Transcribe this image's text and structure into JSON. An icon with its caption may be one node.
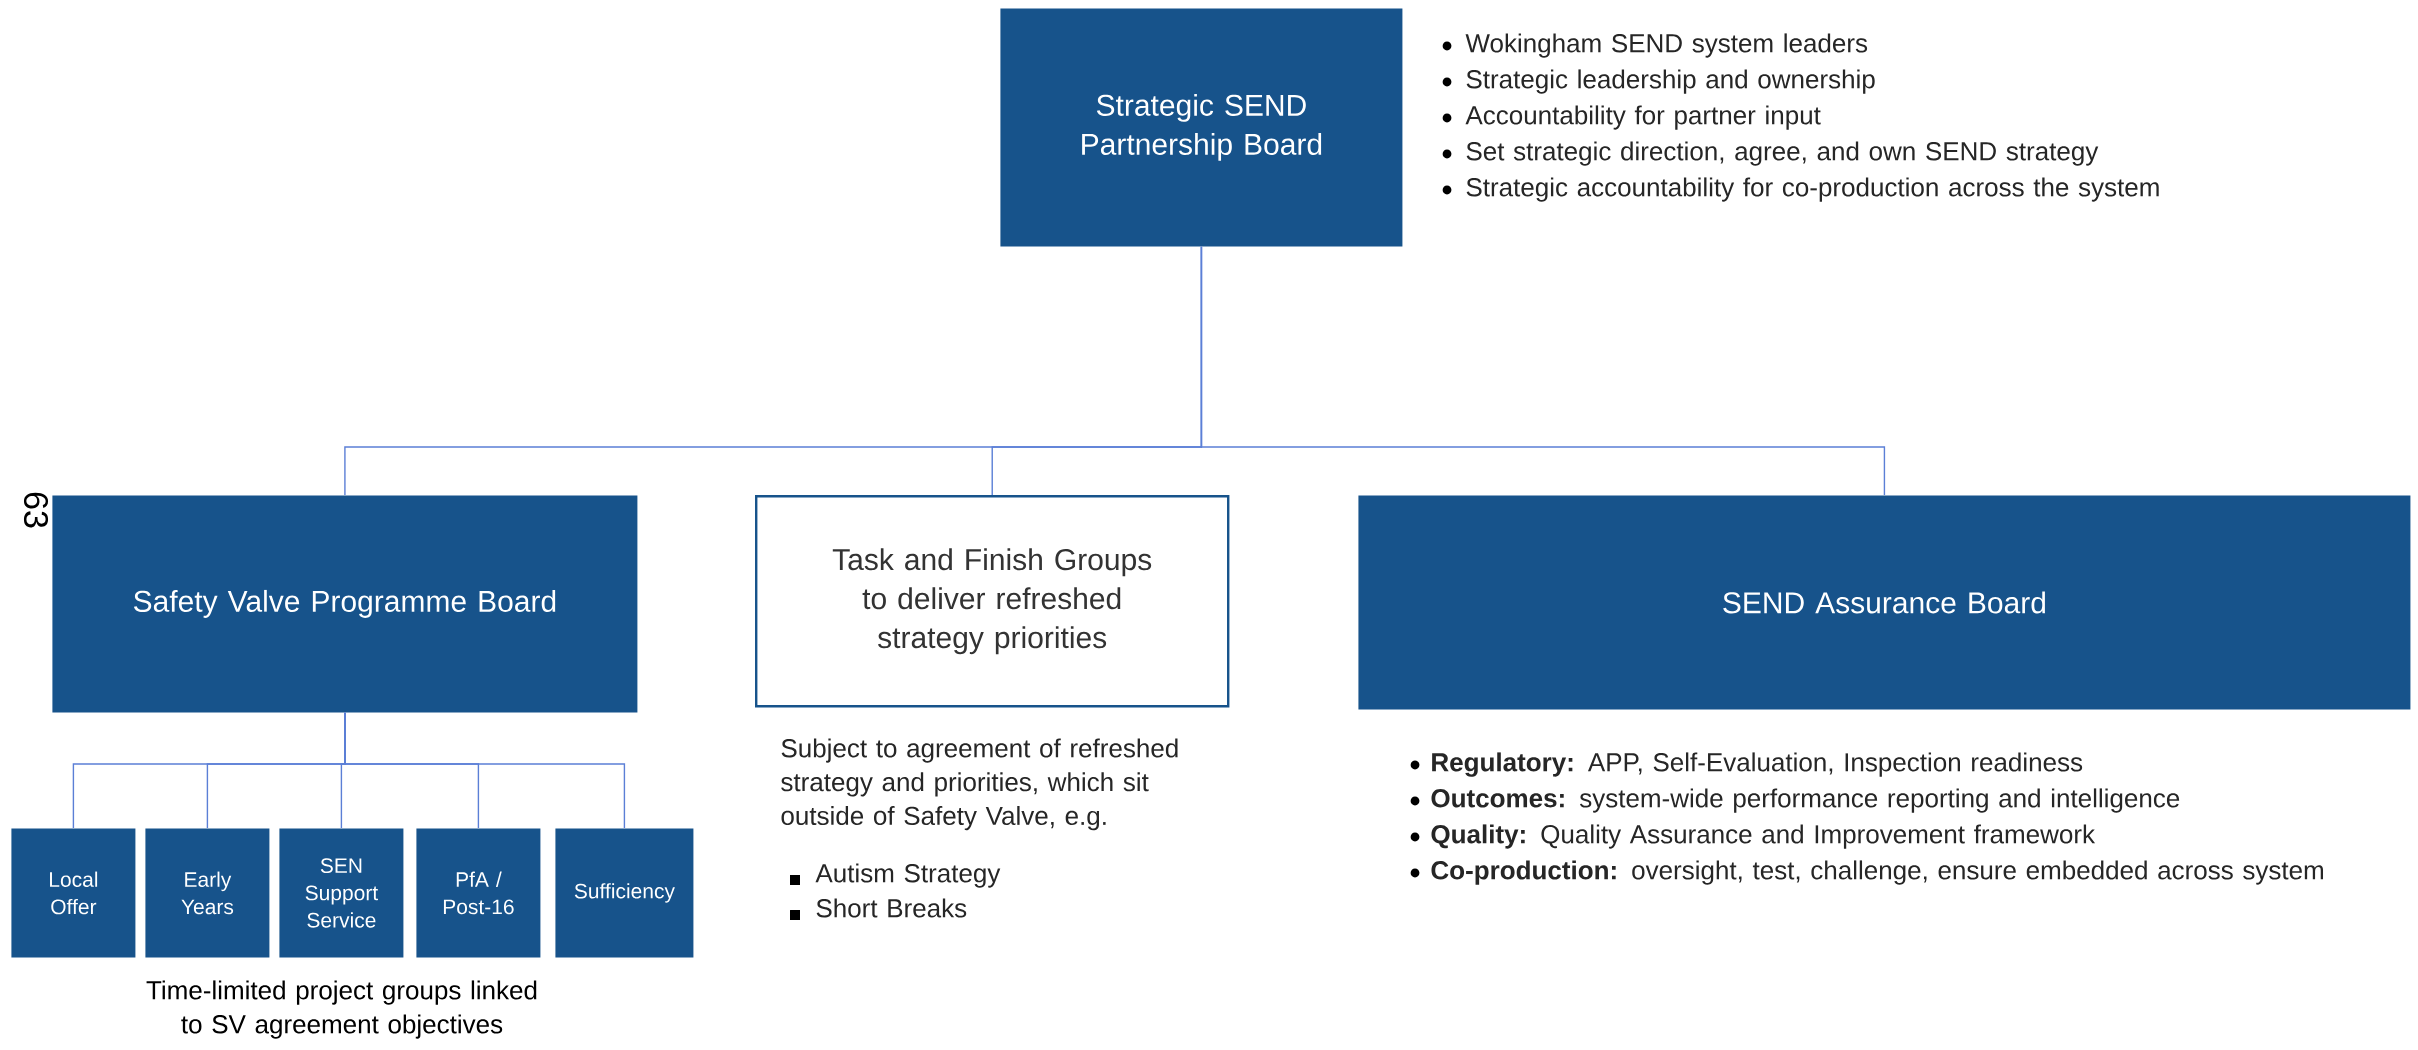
{
  "diagram": {
    "nodes": [
      {
        "text": [
          "Strategic SEND Partnership Board"
        ],
        "beside": [
          "Wokingham SEND system leaders",
          "Strategic leadership and ownership",
          "Accountability for partner input",
          "Set strategic direction, agree, and own SEND strategy",
          "Strategic accountability for co-production across the system"
        ]
      },
      {
        "text": [
          "Safety Valve Programme Board"
        ]
      },
      {
        "text": [
          "Task and Finish Groups to deliver refreshed strategy priorities"
        ],
        "beside": [
          "Subject to agreement of refreshed strategy and priorities, which sit outside of Safety Valve, e.g.",
          "Autism Strategy",
          "Short Breaks"
        ]
      },
      {
        "text": [
          "SEND Assurance Board"
        ],
        "beside": [
          "**Regulatory:** APP, Self-Evaluation, Inspection readiness",
          "**Outcomes:** system-wide performance reporting and intelligence",
          "**Quality:** Quality Assurance and Improvement framework",
          "**Co-production:** oversight, test, challenge, ensure embedded across system"
        ]
      },
      {
        "text": [
          "Local Offer"
        ]
      },
      {
        "text": [
          "Early Years"
        ]
      },
      {
        "text": [
          "SEN Support Service"
        ]
      },
      {
        "text": [
          "PfA / Post-16"
        ]
      },
      {
        "text": [
          "Sufficiency"
        ]
      }
    ],
    "edges": [
      {
        "from": 0,
        "to": 1,
        "arrow": "none"
      },
      {
        "from": 0,
        "to": 2,
        "arrow": "none"
      },
      {
        "from": 0,
        "to": 3,
        "arrow": "none"
      },
      {
        "from": 1,
        "to": 4,
        "arrow": "none"
      },
      {
        "from": 1,
        "to": 5,
        "arrow": "none"
      },
      {
        "from": 1,
        "to": 6,
        "arrow": "none"
      },
      {
        "from": 1,
        "to": 7,
        "arrow": "none"
      },
      {
        "from": 1,
        "to": 8,
        "arrow": "none"
      }
    ],
    "labels": [
      "63",
      "Time-limited project groups linked to SV agreement objectives"
    ]
  }
}
